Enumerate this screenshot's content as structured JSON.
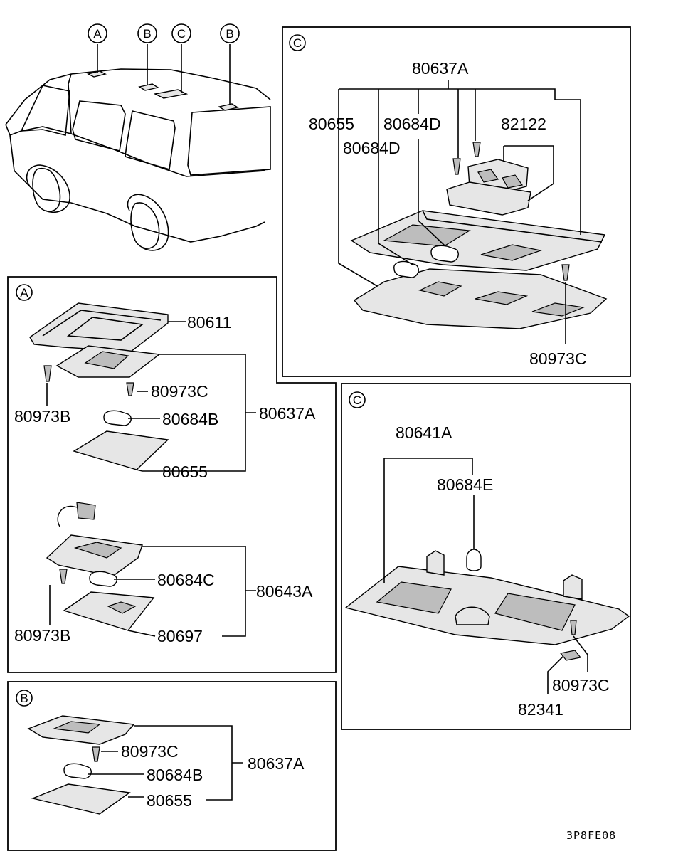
{
  "vehicle": {
    "markers": [
      "A",
      "B",
      "C",
      "B"
    ]
  },
  "panel_c_top": {
    "marker": "C",
    "labels": {
      "assembly": "80637A",
      "lens": "80655",
      "bulb_right": "80684D",
      "bulb_left": "80684D",
      "switch": "82122",
      "screw": "80973C"
    }
  },
  "panel_a": {
    "marker": "A",
    "labels": {
      "bracket": "80611",
      "screw_c": "80973C",
      "screw_b_top": "80973B",
      "bulb_b": "80684B",
      "assembly_top": "80637A",
      "lens_top": "80655",
      "bulb_c": "80684C",
      "assembly_bottom": "80643A",
      "screw_b_bottom": "80973B",
      "lens_bottom": "80697"
    }
  },
  "panel_c_bottom": {
    "marker": "C",
    "labels": {
      "assembly": "80641A",
      "bulb": "80684E",
      "screw": "80973C",
      "clip": "82341"
    }
  },
  "panel_b": {
    "marker": "B",
    "labels": {
      "screw": "80973C",
      "assembly": "80637A",
      "bulb": "80684B",
      "lens": "80655"
    }
  },
  "footer": {
    "code": "3P8FE08"
  }
}
